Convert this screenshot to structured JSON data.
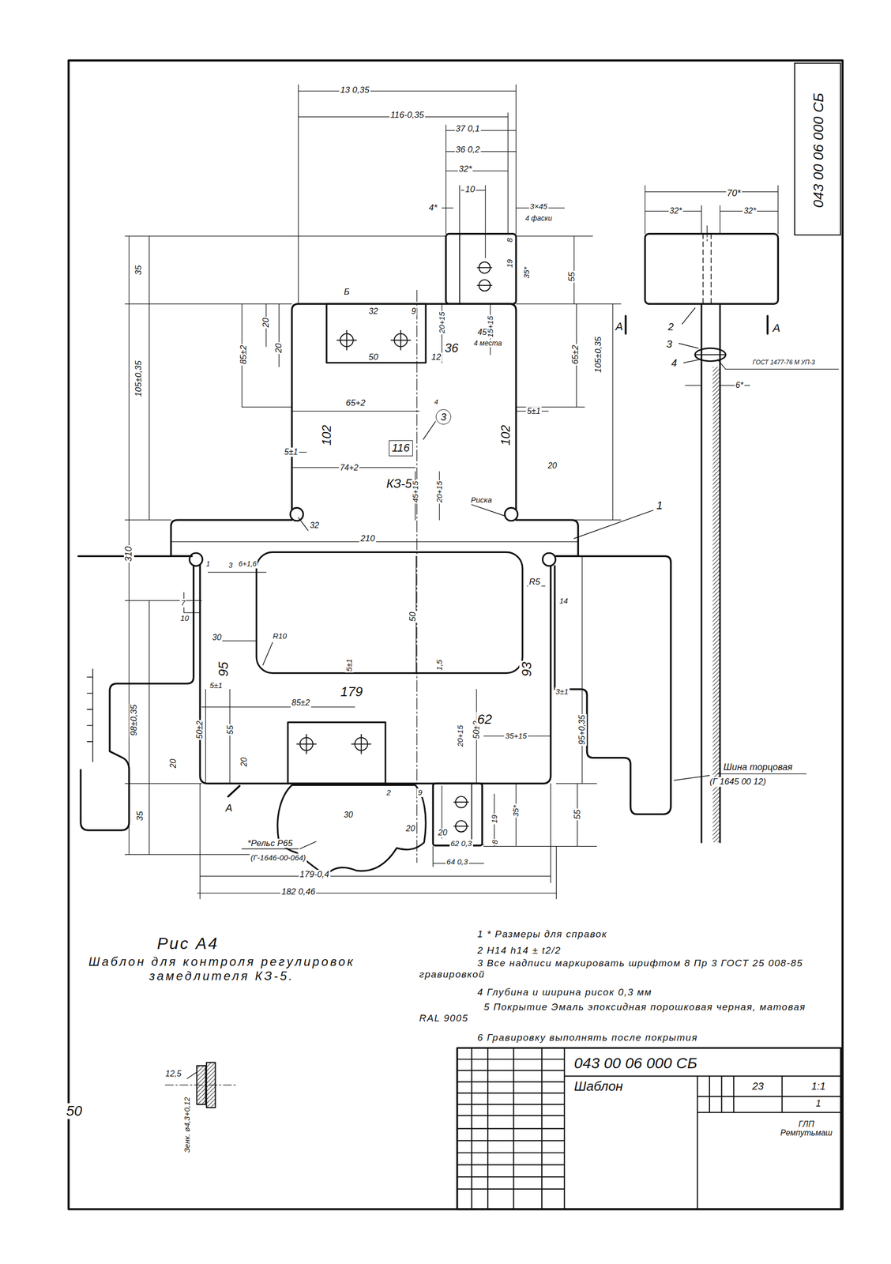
{
  "diagram": {
    "title": "Рис А4",
    "caption": "Шаблон для контроля регулировок замедлителя КЗ-5.",
    "nodes": [
      {
        "text": [
          "043 00 06 000 СБ",
          "Шаблон",
          "23",
          "1:1",
          "1",
          "ГЛП Ремпутьмаш"
        ]
      },
      {
        "text": [
          "043 00 06 000 СБ"
        ]
      },
      {
        "text": [
          "3"
        ]
      },
      {
        "text": [
          "116"
        ]
      }
    ],
    "labels": [
      "13 0,35",
      "116-0,35",
      "37 0,1",
      "36 0,2",
      "32*",
      "10",
      "4*",
      "3×45",
      "4 фаски",
      "35",
      "20",
      "85±2",
      "105±0,35",
      "20",
      "Б",
      "32",
      "9",
      "50",
      "12",
      "20+15",
      "15+15",
      "36",
      "8",
      "19",
      "35*",
      "55",
      "45",
      "4 места",
      "А",
      "65±2",
      "105±0,35",
      "65+2",
      "4",
      "102",
      "102",
      "5±1",
      "5±1",
      "74+2",
      "КЗ-5",
      "45+15",
      "20+15",
      "Риска",
      "20",
      "32",
      "310",
      "210",
      "R5",
      "1",
      "1",
      "3",
      "6+1,6",
      "7",
      "10",
      "14",
      "30",
      "R10",
      "50",
      "5±1",
      "1,5",
      "95",
      "93",
      "179",
      "5±1",
      "3±1",
      "85±2",
      "98±0,35",
      "50±2",
      "55",
      "50±2",
      "95+0,35",
      "62",
      "35+15",
      "20+15",
      "20",
      "20",
      "А",
      "2",
      "9",
      "30",
      "20",
      "19",
      "8",
      "35*",
      "55",
      "20",
      "62 0,3",
      "64 0,3",
      "35",
      "*Рельс Р65",
      "(Г-1646-00-064)",
      "179-0,4",
      "182 0,46",
      "Шина торцовая",
      "(Г 1645 00 12)",
      "70*",
      "32*",
      "32*",
      "А",
      "2",
      "3",
      "4",
      "ГОСТ 1477-76 М УП-3",
      "6*",
      "1 * Размеры для справок",
      "2 Н14 h14 ± t2/2",
      "3 Все надписи маркировать шрифтом 8 Пр 3 ГОСТ 25 008-85 гравировкой",
      "4 Глубина и ширина рисок 0,3 мм",
      "5 Покрытие Эмаль эпоксидная порошковая черная, матовая RAL 9005",
      "6 Гравировку выполнять после покрытия",
      "12,5",
      "Зенк. ø4,3+0,12",
      "50"
    ]
  }
}
